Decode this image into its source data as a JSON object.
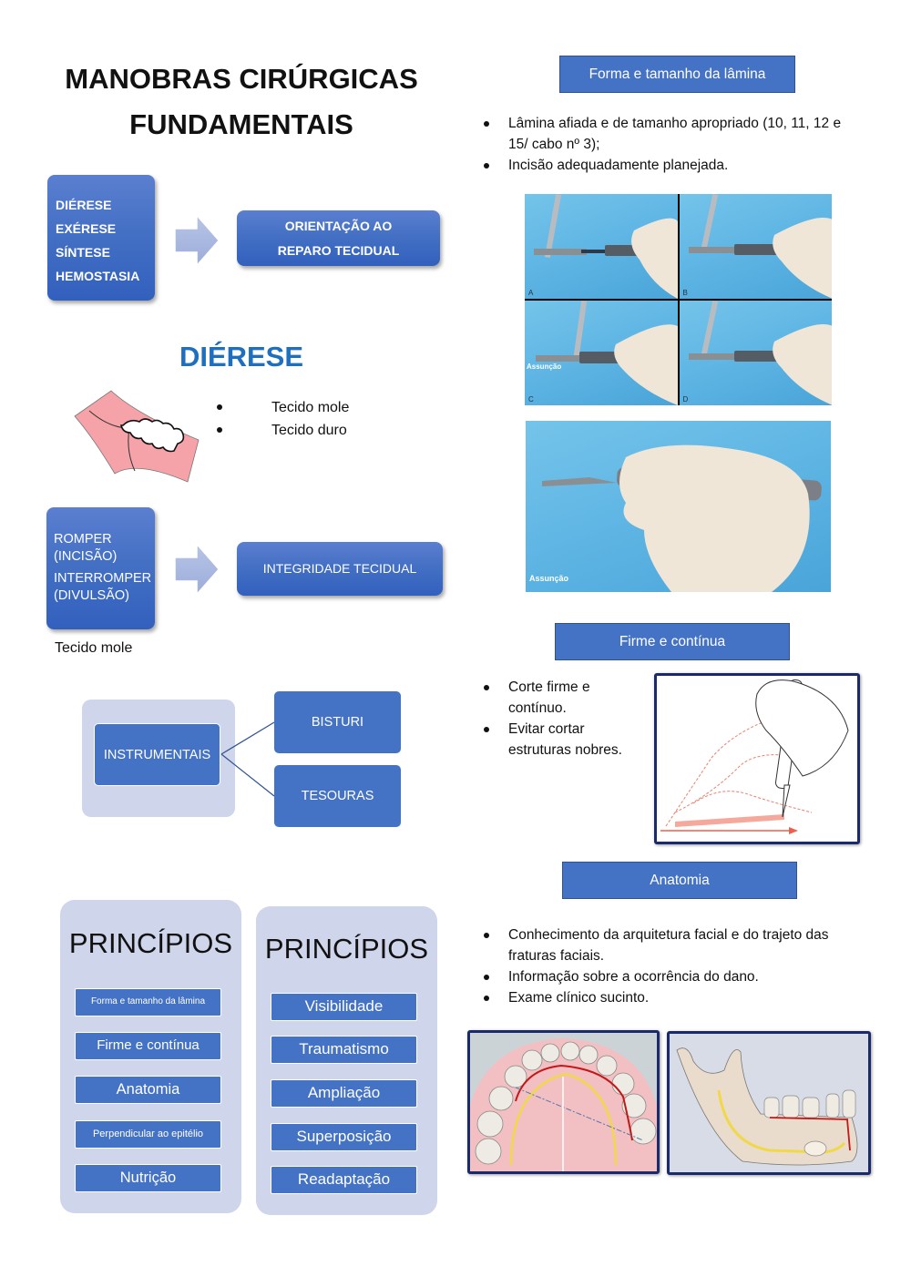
{
  "title": {
    "line1": "MANOBRAS CIRÚRGICAS",
    "line2": "FUNDAMENTAIS"
  },
  "overview_flow": {
    "items": [
      "DIÉRESE",
      "EXÉRESE",
      "SÍNTESE",
      "HEMOSTASIA"
    ],
    "result_line1": "ORIENTAÇÃO AO",
    "result_line2": "REPARO TECIDUAL"
  },
  "dierese": {
    "heading": "DIÉRESE",
    "tissue_types": [
      "Tecido mole",
      "Tecido duro"
    ],
    "flow": {
      "items": [
        {
          "line1": "ROMPER",
          "line2": "(INCISÃO)"
        },
        {
          "line1": "INTERROMPER",
          "line2": "(DIVULSÃO)"
        }
      ],
      "result": "INTEGRIDADE TECIDUAL"
    },
    "caption": "Tecido mole"
  },
  "instruments": {
    "root": "INSTRUMENTAIS",
    "children": [
      "BISTURI",
      "TESOURAS"
    ]
  },
  "principles_panels": [
    {
      "title": "PRINCÍPIOS",
      "items": [
        "Forma e tamanho da lâmina",
        "Firme e contínua",
        "Anatomia",
        "Perpendicular ao epitélio",
        "Nutrição"
      ]
    },
    {
      "title": "PRINCÍPIOS",
      "items": [
        "Visibilidade",
        "Traumatismo",
        "Ampliação",
        "Superposição",
        "Readaptação"
      ]
    }
  ],
  "sections": {
    "forma": {
      "header": "Forma e tamanho da lâmina",
      "bullets": [
        "Lâmina afiada e de tamanho apropriado (10, 11, 12 e 15/ cabo nº 3);",
        "Incisão adequadamente planejada."
      ],
      "photo_labels": [
        "A",
        "B",
        "C",
        "D"
      ],
      "watermark": "Assunção"
    },
    "firme": {
      "header": "Firme e contínua",
      "bullets": [
        "Corte firme e contínuo.",
        "Evitar cortar estruturas nobres."
      ]
    },
    "anatomia": {
      "header": "Anatomia",
      "bullets": [
        "Conhecimento da arquitetura facial e do trajeto das fraturas faciais.",
        "Informação sobre a ocorrência do dano.",
        "Exame clínico sucinto."
      ]
    }
  },
  "colors": {
    "primary_blue": "#4472c4",
    "panel_bg": "#cfd5ea",
    "heading_blue": "#1e6fbf",
    "frame_navy": "#1a2a6a"
  }
}
